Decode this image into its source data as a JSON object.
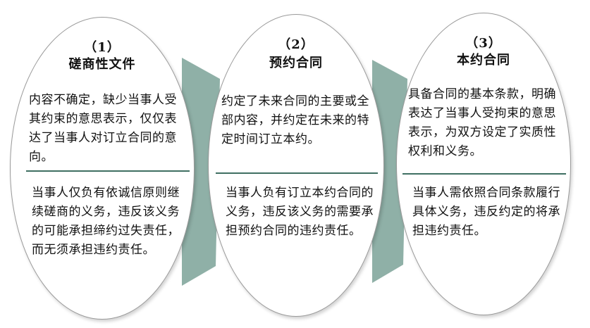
{
  "colors": {
    "connector": "#8fb0a7",
    "divider": "#3f6f62",
    "border": "#9a9a9a"
  },
  "items": [
    {
      "number": "（1）",
      "title": "磋商性文件",
      "top_text": "内容不确定，缺少当事人受其约束的意思表示，仅仅表达了当事人对订立合同的意向。",
      "bottom_text": "当事人仅负有依诚信原则继续磋商的义务，违反该义务的可能承担缔约过失责任，而无须承担违约责任。"
    },
    {
      "number": "（2）",
      "title": "预约合同",
      "top_text": "约定了未来合同的主要或全部内容，并约定在未来的特定时间订立本约。",
      "bottom_text": "当事人负有订立本约合同的义务，违反该义务的需要承担预约合同的违约责任。"
    },
    {
      "number": "（3）",
      "title": "本约合同",
      "top_text": "具备合同的基本条款，明确表达了当事人受拘束的意思表示，为双方设定了实质性权利和义务。",
      "bottom_text": "当事人需依照合同条款履行具体义务，违反约定的将承担违约责任。"
    }
  ]
}
